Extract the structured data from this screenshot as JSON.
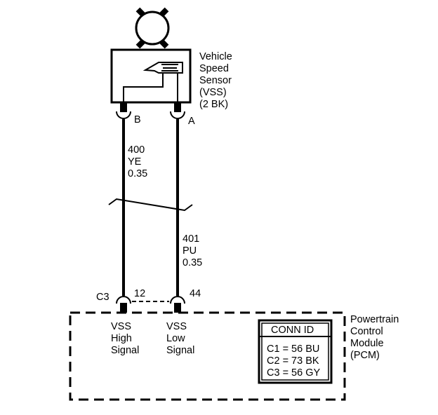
{
  "sensor": {
    "name_lines": [
      "Vehicle",
      "Speed",
      "Sensor",
      "(VSS)",
      "(2 BK)"
    ],
    "pin_b": "B",
    "pin_a": "A"
  },
  "wires": {
    "high": {
      "circuit": "400",
      "color": "YE",
      "gauge": "0.35"
    },
    "low": {
      "circuit": "401",
      "color": "PU",
      "gauge": "0.35"
    }
  },
  "pcm": {
    "connector": "C3",
    "pin_high": "12",
    "pin_low": "44",
    "high_signal_lines": [
      "VSS",
      "High",
      "Signal"
    ],
    "low_signal_lines": [
      "VSS",
      "Low",
      "Signal"
    ],
    "name_lines": [
      "Powertrain",
      "Control",
      "Module",
      "(PCM)"
    ],
    "conn_table": {
      "title": "CONN ID",
      "rows": [
        "C1 = 56 BU",
        "C2 = 73 BK",
        "C3 = 56 GY"
      ]
    }
  }
}
